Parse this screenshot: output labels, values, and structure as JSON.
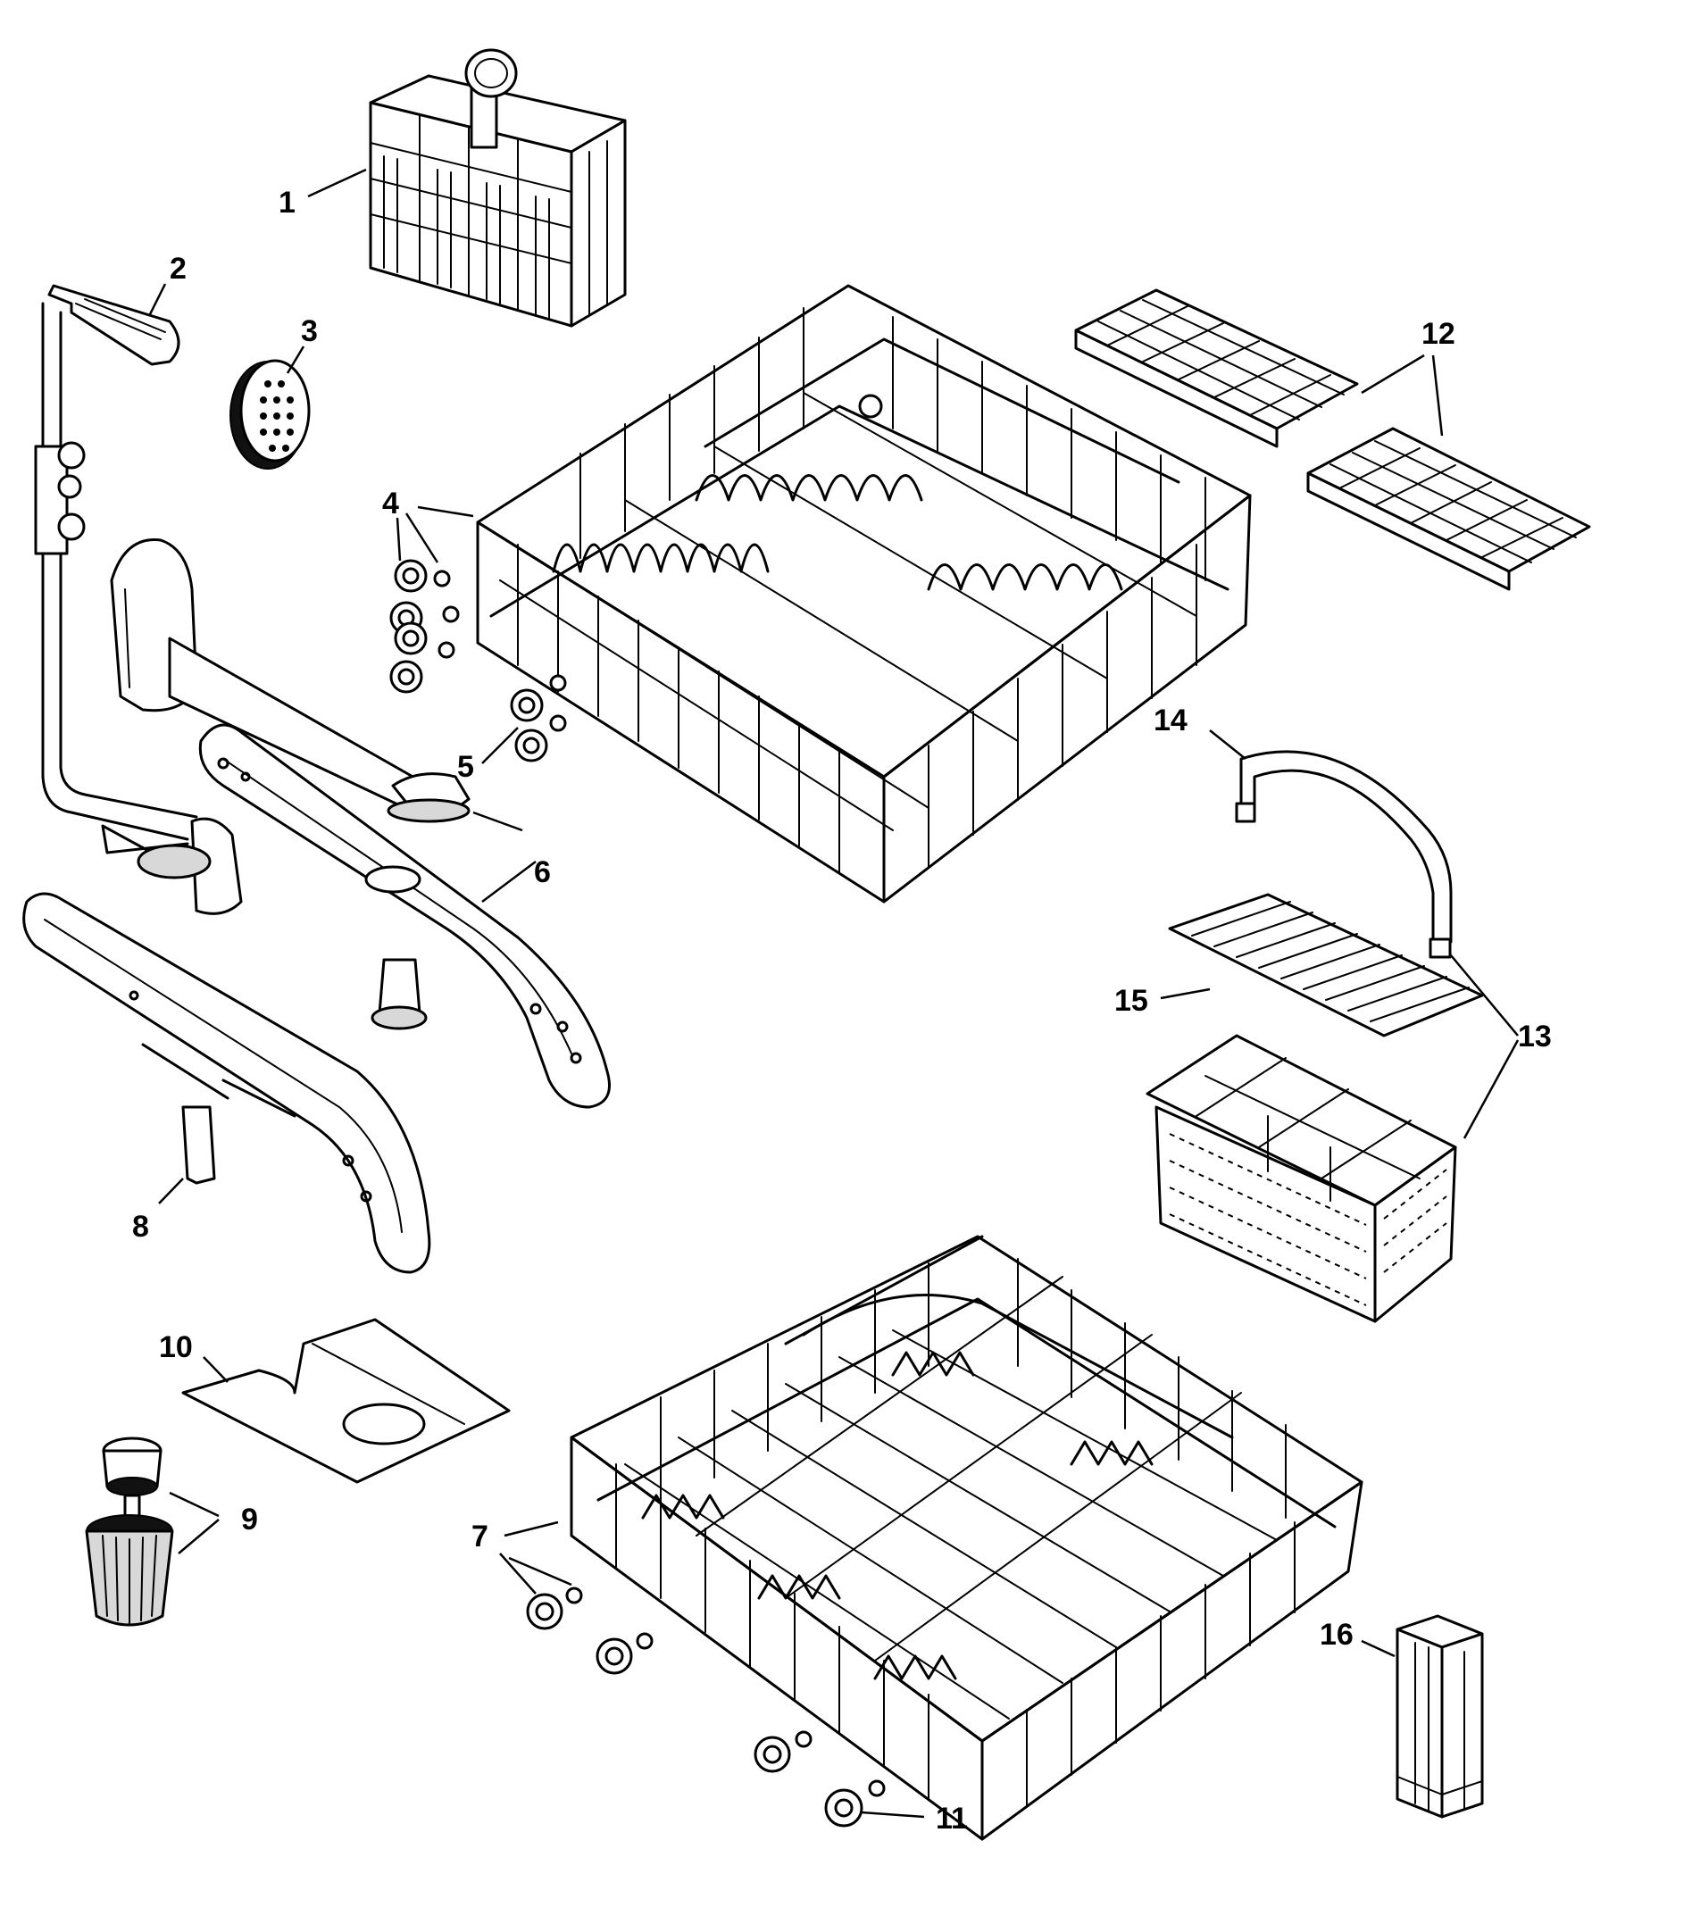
{
  "diagram": {
    "callouts": [
      {
        "id": "1",
        "label": "1"
      },
      {
        "id": "2",
        "label": "2"
      },
      {
        "id": "3",
        "label": "3"
      },
      {
        "id": "4",
        "label": "4"
      },
      {
        "id": "5",
        "label": "5"
      },
      {
        "id": "6",
        "label": "6"
      },
      {
        "id": "7",
        "label": "7"
      },
      {
        "id": "8",
        "label": "8"
      },
      {
        "id": "9",
        "label": "9"
      },
      {
        "id": "10",
        "label": "10"
      },
      {
        "id": "11",
        "label": "11"
      },
      {
        "id": "12",
        "label": "12"
      },
      {
        "id": "13",
        "label": "13"
      },
      {
        "id": "14",
        "label": "14"
      },
      {
        "id": "15",
        "label": "15"
      },
      {
        "id": "16",
        "label": "16"
      }
    ],
    "colors": {
      "line": "#000000",
      "background": "#ffffff",
      "shade": "#d8d8d8"
    }
  }
}
